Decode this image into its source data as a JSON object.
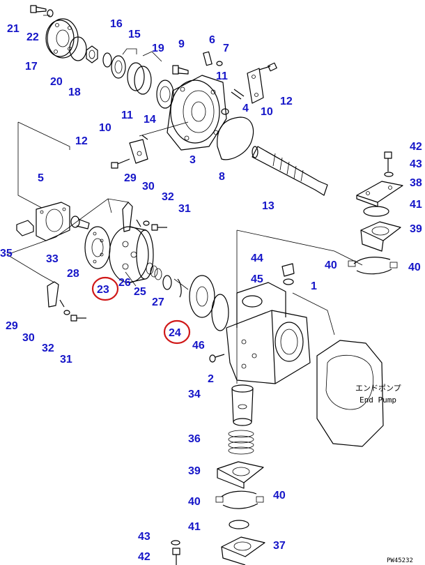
{
  "callouts": [
    {
      "label": "21"
    },
    {
      "label": "22"
    },
    {
      "label": "17"
    },
    {
      "label": "20"
    },
    {
      "label": "18"
    },
    {
      "label": "16"
    },
    {
      "label": "15"
    },
    {
      "label": "19"
    },
    {
      "label": "9"
    },
    {
      "label": "6"
    },
    {
      "label": "7"
    },
    {
      "label": "11"
    },
    {
      "label": "12"
    },
    {
      "label": "10"
    },
    {
      "label": "4"
    },
    {
      "label": "11"
    },
    {
      "label": "14"
    },
    {
      "label": "10"
    },
    {
      "label": "12"
    },
    {
      "label": "3"
    },
    {
      "label": "8"
    },
    {
      "label": "13"
    },
    {
      "label": "42"
    },
    {
      "label": "43"
    },
    {
      "label": "38"
    },
    {
      "label": "41"
    },
    {
      "label": "39"
    },
    {
      "label": "40"
    },
    {
      "label": "40"
    },
    {
      "label": "5"
    },
    {
      "label": "29"
    },
    {
      "label": "30"
    },
    {
      "label": "32"
    },
    {
      "label": "31"
    },
    {
      "label": "35"
    },
    {
      "label": "33"
    },
    {
      "label": "28"
    },
    {
      "label": "23"
    },
    {
      "label": "26"
    },
    {
      "label": "25"
    },
    {
      "label": "27"
    },
    {
      "label": "24"
    },
    {
      "label": "46"
    },
    {
      "label": "44"
    },
    {
      "label": "45"
    },
    {
      "label": "1"
    },
    {
      "label": "2"
    },
    {
      "label": "29"
    },
    {
      "label": "30"
    },
    {
      "label": "32"
    },
    {
      "label": "31"
    },
    {
      "label": "34"
    },
    {
      "label": "36"
    },
    {
      "label": "39"
    },
    {
      "label": "40"
    },
    {
      "label": "40"
    },
    {
      "label": "41"
    },
    {
      "label": "43"
    },
    {
      "label": "37"
    },
    {
      "label": "42"
    }
  ],
  "highlighted_labels": [
    "23",
    "24"
  ],
  "highlight_color": "#d01818",
  "label_color": "#1515c8",
  "end_pump_caption": {
    "japanese": "エンドポンプ",
    "english": "End Pump"
  },
  "drawing_code": "PW45232"
}
